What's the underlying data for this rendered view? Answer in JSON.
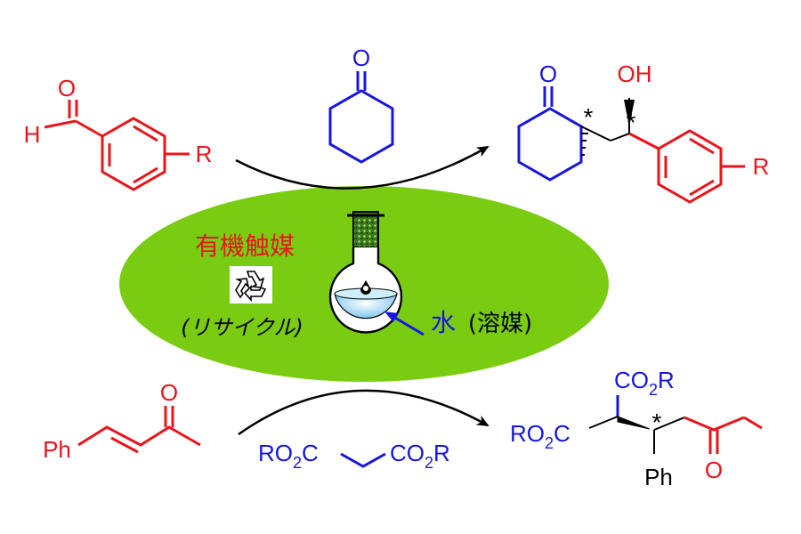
{
  "scheme": {
    "top_reaction": {
      "aldehyde": {
        "O": "O",
        "H": "H",
        "R": "R",
        "color": "#e8151b"
      },
      "ketone": {
        "O": "O",
        "color": "#1616e0"
      },
      "product": {
        "ketone_O": "O",
        "OH": "OH",
        "stereo_mark_1": "*",
        "stereo_mark_2": "*",
        "R": "R"
      }
    },
    "center": {
      "catalyst_label": "有機触媒",
      "recycle_label": "(リサイクル)",
      "solvent_label": "水",
      "solvent_note": "(溶媒)",
      "ellipse_color": "#7acc12",
      "icons": [
        "recycle-icon",
        "round-bottom-flask-icon"
      ]
    },
    "bottom_reaction": {
      "enone": {
        "O": "O",
        "Ph": "Ph"
      },
      "malonate": {
        "left": "RO",
        "left_sub": "2",
        "left_c": "C",
        "right": "CO",
        "right_sub": "2",
        "right_r": "R"
      },
      "product": {
        "top_ester": "CO",
        "top_ester_sub": "2",
        "top_ester_r": "R",
        "left_ester": "RO",
        "left_ester_sub": "2",
        "left_ester_c": "C",
        "stereo_mark": "*",
        "Ph": "Ph",
        "ketone_O": "O"
      }
    },
    "colors": {
      "red": "#e8151b",
      "blue": "#1616e0",
      "black": "#000000"
    }
  }
}
